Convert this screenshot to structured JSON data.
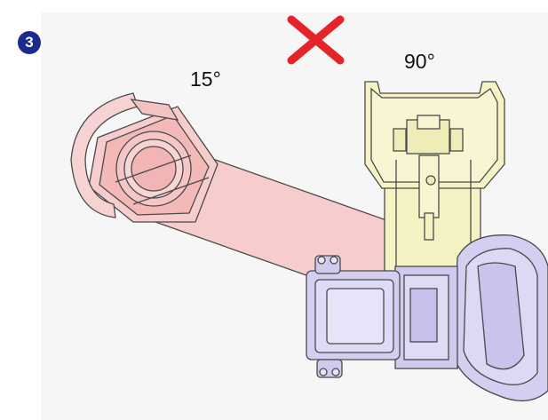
{
  "step": {
    "number": "3"
  },
  "angles": {
    "left": "15°",
    "right": "90°"
  },
  "colors": {
    "badge": "#1b2a8c",
    "incorrect_mark": "#e5242a",
    "arm_15_fill": "#f7cccc",
    "arm_90_fill": "#f5f3c4",
    "detector_fill": "#d2cff0",
    "outline": "#4a4a4a"
  },
  "icons": {
    "incorrect": "x-mark-icon"
  }
}
